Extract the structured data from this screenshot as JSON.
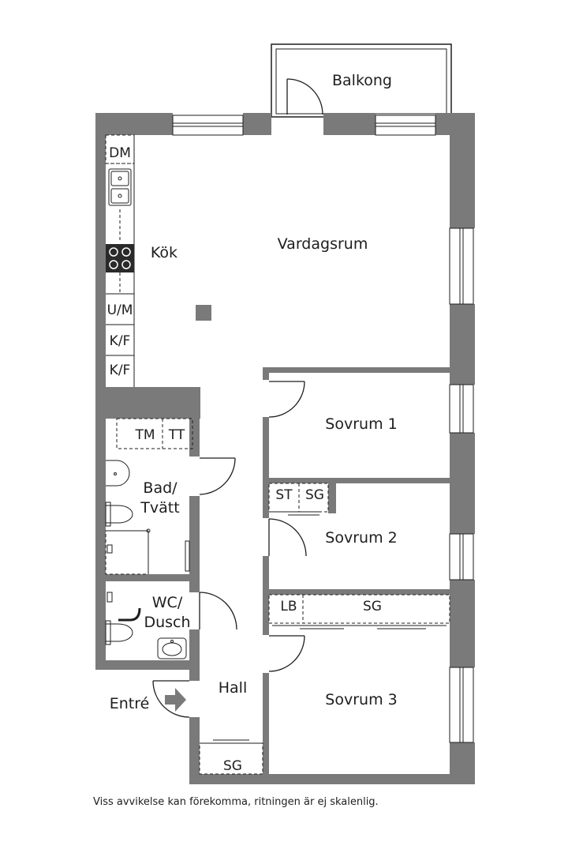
{
  "rooms": {
    "balkong": "Balkong",
    "kok": "Kök",
    "vardagsrum": "Vardagsrum",
    "sovrum1": "Sovrum 1",
    "sovrum2": "Sovrum 2",
    "sovrum3": "Sovrum 3",
    "bad_line1": "Bad/",
    "bad_line2": "Tvätt",
    "wc_line1": "WC/",
    "wc_line2": "Dusch",
    "hall": "Hall",
    "entre": "Entré"
  },
  "fixtures": {
    "dm": "DM",
    "um": "U/M",
    "kf1": "K/F",
    "kf2": "K/F",
    "tm": "TM",
    "tt": "TT",
    "st": "ST",
    "sg_sovrum2": "SG",
    "lb": "LB",
    "sg_sovrum3": "SG",
    "sg_hall": "SG"
  },
  "disclaimer": "Viss avvikelse kan förekomma, ritningen är ej skalenlig.",
  "colors": {
    "wall": "#7a7a7a",
    "line": "#1e1e1e",
    "floor": "#ffffff"
  }
}
